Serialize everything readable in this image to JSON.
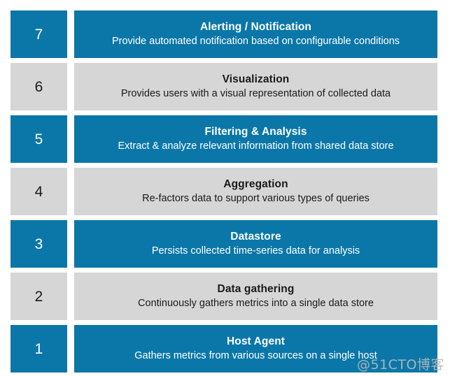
{
  "theme": {
    "accent_color": "#0b77a8",
    "muted_color": "#d6d6d6",
    "accent_text_color": "#ffffff",
    "muted_text_color": "#1a1a1a",
    "background_color": "#ffffff"
  },
  "watermark": {
    "text": "@51CTO博客"
  },
  "levels": [
    {
      "number": "7",
      "title": "Alerting / Notification",
      "description": "Provide automated notification based on configurable conditions",
      "style": "accent"
    },
    {
      "number": "6",
      "title": "Visualization",
      "description": "Provides users with a visual representation of collected data",
      "style": "muted"
    },
    {
      "number": "5",
      "title": "Filtering & Analysis",
      "description": "Extract & analyze relevant information from shared data store",
      "style": "accent"
    },
    {
      "number": "4",
      "title": "Aggregation",
      "description": "Re-factors data to support various types of queries",
      "style": "muted"
    },
    {
      "number": "3",
      "title": "Datastore",
      "description": "Persists collected time-series data for analysis",
      "style": "accent"
    },
    {
      "number": "2",
      "title": "Data gathering",
      "description": "Continuously gathers metrics into a single data store",
      "style": "muted"
    },
    {
      "number": "1",
      "title": "Host Agent",
      "description": "Gathers metrics from various sources on a single host",
      "style": "accent"
    }
  ]
}
